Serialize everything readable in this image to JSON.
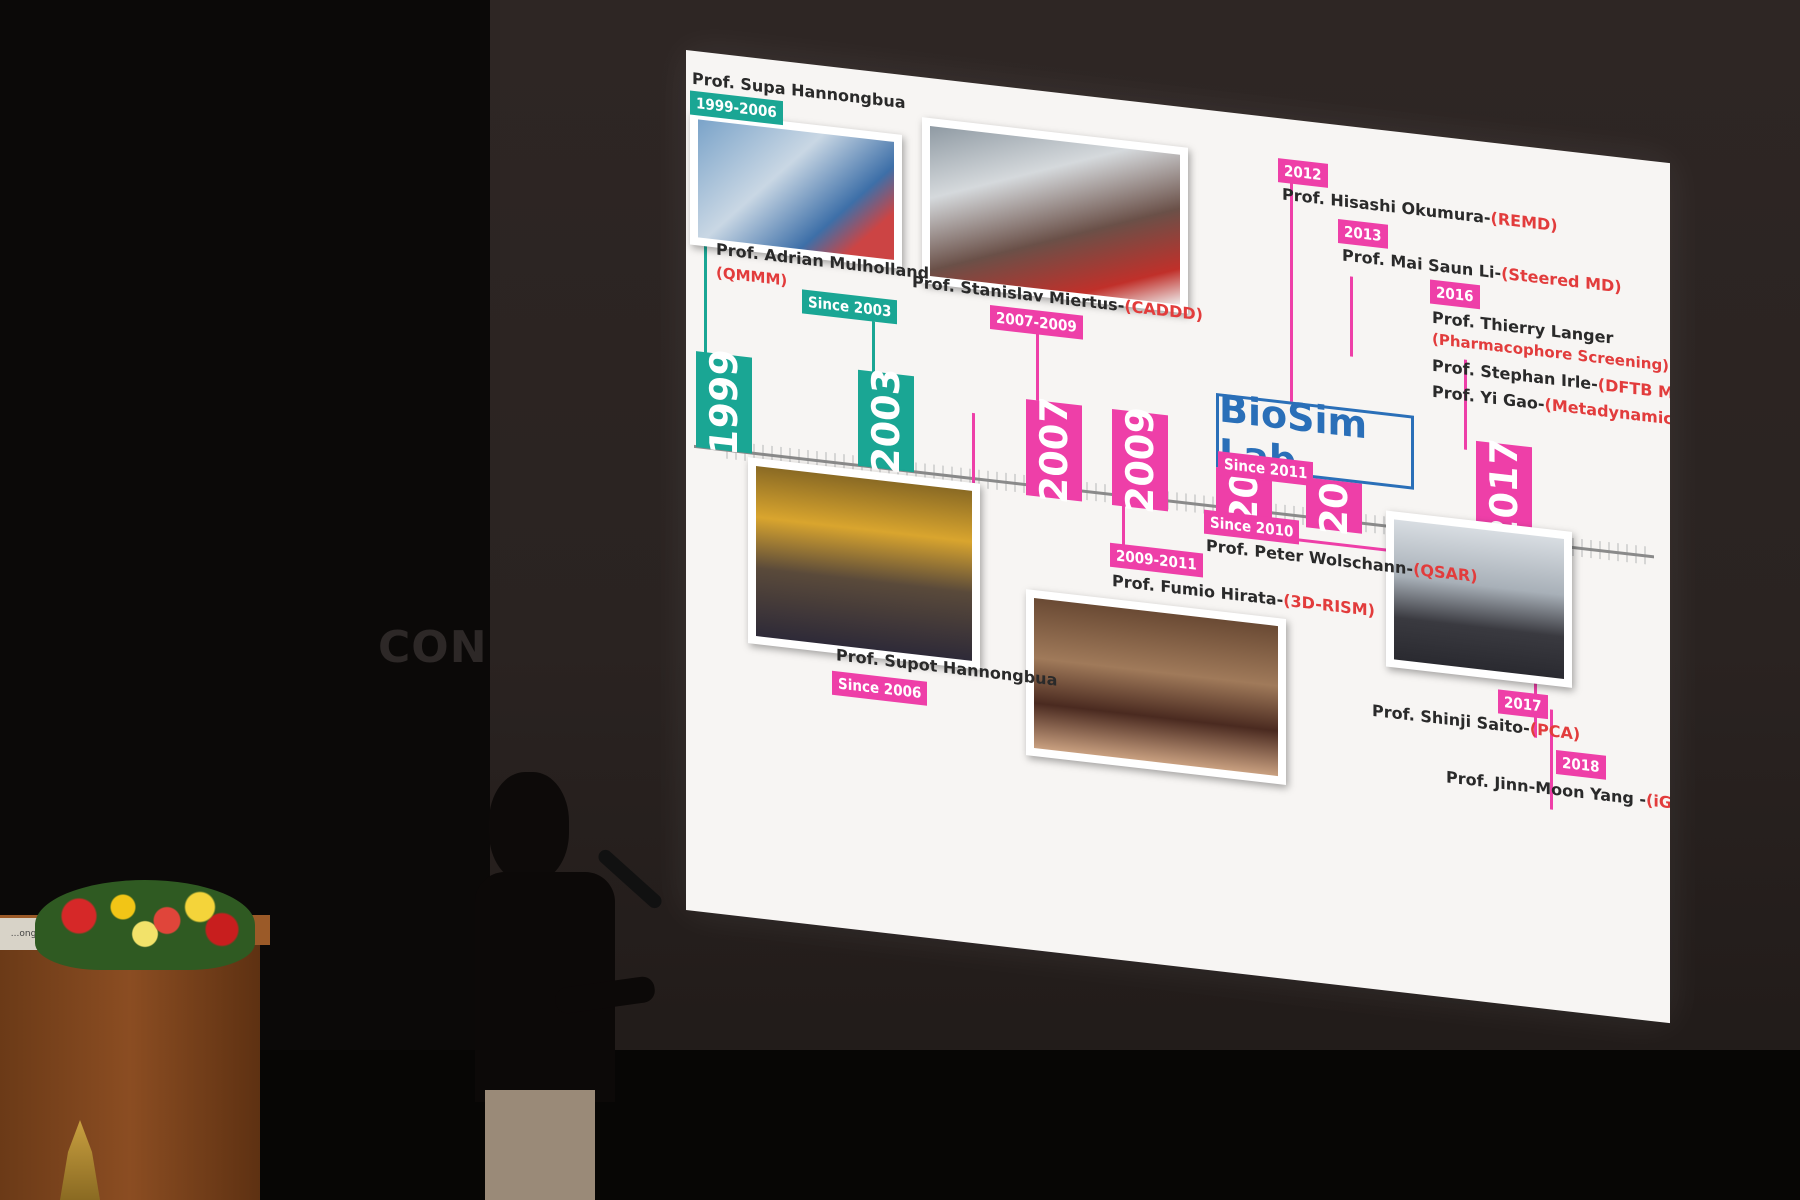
{
  "background": {
    "wall_text": "CON"
  },
  "slide": {
    "logo": "BioSim Lab",
    "logo_since": "Since 2011",
    "years": [
      "1999",
      "2003",
      "2007",
      "2009",
      "2011",
      "2013",
      "2017"
    ],
    "entries": {
      "supa": {
        "name": "Prof. Supa Hannongbua",
        "period": "1999-2006"
      },
      "mulholland": {
        "name": "Prof. Adrian Mulholland",
        "method": "(QMMM)",
        "period": "Since 2003"
      },
      "miertus": {
        "name": "Prof. Stanislav Miertus-",
        "method": "(CADDD)",
        "period": "2007-2009"
      },
      "okumura": {
        "name": "Prof. Hisashi Okumura-",
        "method": "(REMD)",
        "period": "2012"
      },
      "maisaunli": {
        "name": "Prof. Mai Saun Li-",
        "method": "(Steered MD)",
        "period": "2013"
      },
      "langer": {
        "name": "Prof. Thierry Langer",
        "method": "(Pharmacophore Screening)",
        "period": "2016"
      },
      "irle": {
        "name": "Prof. Stephan Irle-",
        "method": "(DFTB MD)"
      },
      "gao": {
        "name": "Prof. Yi Gao-",
        "method": "(Metadynamics)"
      },
      "wolschann": {
        "name": "Prof. Peter Wolschann-",
        "method": "(QSAR)",
        "period": "Since 2010"
      },
      "hirata": {
        "name": "Prof. Fumio Hirata-",
        "method": "(3D-RISM)",
        "period": "2009-2011"
      },
      "supot": {
        "name": "Prof. Supot Hannongbua",
        "period": "Since 2006"
      },
      "saito": {
        "name": "Prof. Shinji Saito-",
        "method": "(PCA)",
        "period": "2017"
      },
      "yang": {
        "name": "Prof. Jinn-Moon Yang -",
        "method": "(iGemdock)",
        "period": "2018"
      }
    }
  },
  "colors": {
    "teal": "#1aa694",
    "pink": "#ee3fa8",
    "method_red": "#e23c3c",
    "logo_blue": "#2a6fb8"
  },
  "podium": {
    "sign": "...ongkol"
  }
}
